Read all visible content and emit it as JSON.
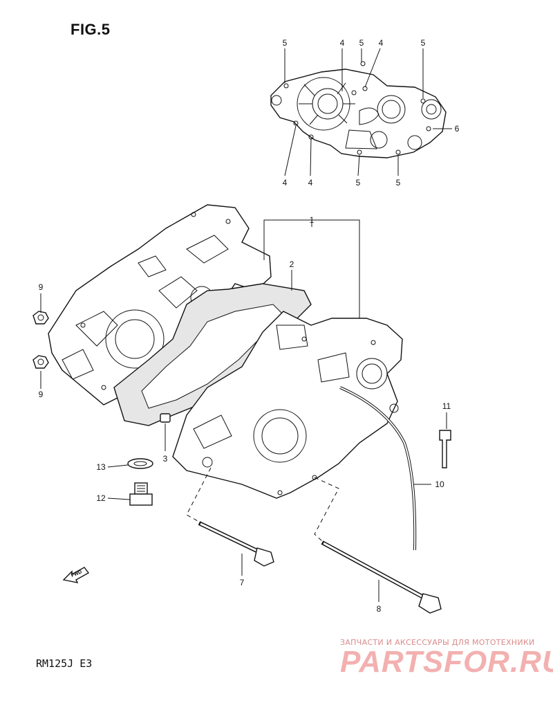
{
  "figure": {
    "title": "FIG.5",
    "model_code": "RM125J  E3"
  },
  "callouts": [
    {
      "id": "c1",
      "label": "1"
    },
    {
      "id": "c2",
      "label": "2"
    },
    {
      "id": "c3",
      "label": "3"
    },
    {
      "id": "c4a",
      "label": "4"
    },
    {
      "id": "c4b",
      "label": "4"
    },
    {
      "id": "c4c",
      "label": "4"
    },
    {
      "id": "c4d",
      "label": "4"
    },
    {
      "id": "c5a",
      "label": "5"
    },
    {
      "id": "c5b",
      "label": "5"
    },
    {
      "id": "c5c",
      "label": "5"
    },
    {
      "id": "c5d",
      "label": "5"
    },
    {
      "id": "c5e",
      "label": "5"
    },
    {
      "id": "c6",
      "label": "6"
    },
    {
      "id": "c7",
      "label": "7"
    },
    {
      "id": "c8",
      "label": "8"
    },
    {
      "id": "c9a",
      "label": "9"
    },
    {
      "id": "c9b",
      "label": "9"
    },
    {
      "id": "c10",
      "label": "10"
    },
    {
      "id": "c11",
      "label": "11"
    },
    {
      "id": "c12",
      "label": "12"
    },
    {
      "id": "c13",
      "label": "13"
    }
  ],
  "fwd_arrow_label": "FWD",
  "watermark": {
    "subtitle": "ЗАПЧАСТИ И АКСЕССУАРЫ ДЛЯ МОТОТЕХНИКИ",
    "logo": "PARTSFOR.RU"
  }
}
